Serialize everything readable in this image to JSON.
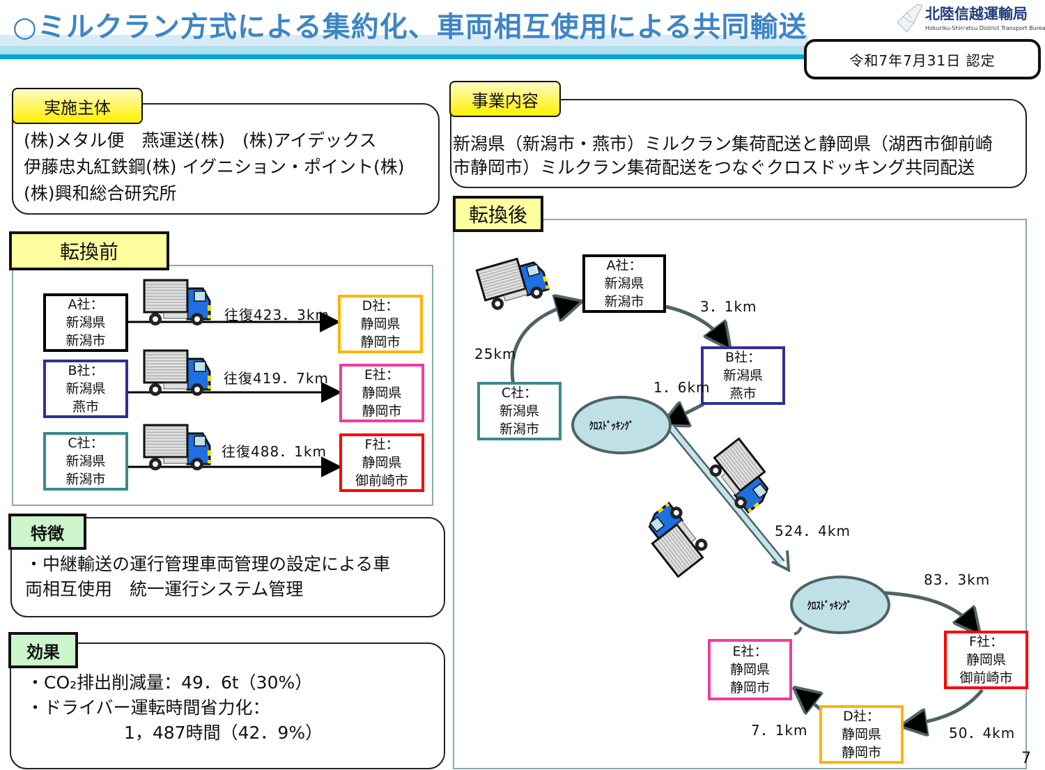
{
  "header": {
    "title": "○ミルクラン方式による集約化、車両相互使用による共同輸送",
    "org_name": "北陸信越運輸局",
    "org_name_en": "Hokuriku-Shin'etsu District Transport Bureau",
    "approval": "令和7年7月31日 認定"
  },
  "implementers": {
    "label": "実施主体",
    "lines": [
      "(株)メタル便　燕運送(株)　(株)アイデックス",
      "伊藤忠丸紅鉄鋼(株) イグニション・ポイント(株)",
      "(株)興和総合研究所"
    ]
  },
  "business": {
    "label": "事業内容",
    "lines": [
      "新潟県（新潟市・燕市）ミルクラン集荷配送と静岡県（湖西市御前崎",
      "市静岡市）ミルクラン集荷配送をつなぐクロスドッキング共同配送"
    ]
  },
  "before": {
    "label": "転換前",
    "routes": [
      {
        "from": {
          "name": "A社：",
          "pref": "新潟県",
          "city": "新潟市",
          "color": "#000000"
        },
        "to": {
          "name": "D社：",
          "pref": "静岡県",
          "city": "静岡市",
          "color": "#ffb400"
        },
        "distance": "往復423．3km"
      },
      {
        "from": {
          "name": "B社：",
          "pref": "新潟県",
          "city": "燕市",
          "color": "#2e3192"
        },
        "to": {
          "name": "E社：",
          "pref": "静岡県",
          "city": "静岡市",
          "color": "#f03ca0"
        },
        "distance": "往復419．7km"
      },
      {
        "from": {
          "name": "C社：",
          "pref": "新潟県",
          "city": "新潟市",
          "color": "#3a8a8c"
        },
        "to": {
          "name": "F社：",
          "pref": "静岡県",
          "city": "御前崎市",
          "color": "#ff0000"
        },
        "distance": "往復488．1km"
      }
    ]
  },
  "features": {
    "label": "特徴",
    "lines": [
      "・中継輸送の運行管理車両管理の設定による車",
      "両相互使用　統一運行システム管理"
    ]
  },
  "effects": {
    "label": "効果",
    "lines": [
      "・CO₂排出削減量：49．6t（30%）",
      "・ドライバー運転時間省力化：",
      "1，487時間（42．9%）"
    ]
  },
  "after": {
    "label": "転換後",
    "companies": {
      "A": {
        "name": "A社：",
        "pref": "新潟県",
        "city": "新潟市",
        "color": "#000000"
      },
      "B": {
        "name": "B社：",
        "pref": "新潟県",
        "city": "燕市",
        "color": "#2e3192"
      },
      "C": {
        "name": "C社：",
        "pref": "新潟県",
        "city": "新潟市",
        "color": "#3a8a8c"
      },
      "D": {
        "name": "D社：",
        "pref": "静岡県",
        "city": "静岡市",
        "color": "#ffb400"
      },
      "E": {
        "name": "E社：",
        "pref": "静岡県",
        "city": "静岡市",
        "color": "#f03ca0"
      },
      "F": {
        "name": "F社：",
        "pref": "静岡県",
        "city": "御前崎市",
        "color": "#ff0000"
      }
    },
    "crossdock_label": "ｸﾛｽﾄﾞｯｷﾝｸﾞ",
    "distances": {
      "c_to_a": "25km",
      "a_to_b": "3．1km",
      "b_to_cd": "1．6km",
      "cd_to_cd": "524．4km",
      "cd_to_f": "83．3km",
      "f_to_d": "50．4km",
      "d_to_e": "7．1km"
    }
  },
  "page_number": "7"
}
